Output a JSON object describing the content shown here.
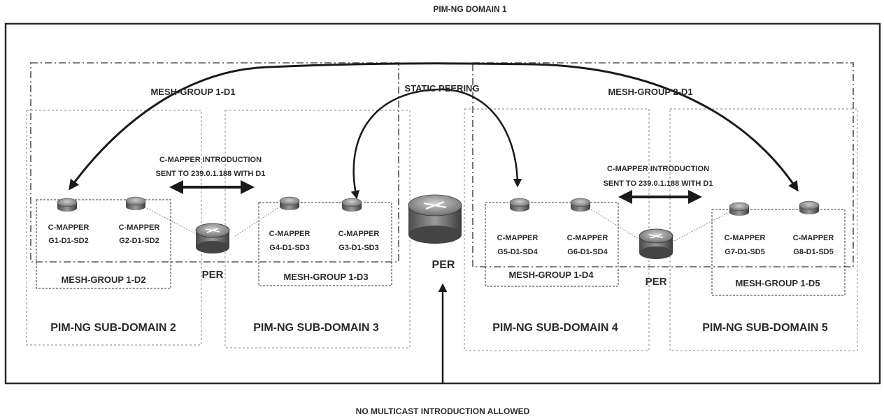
{
  "top_label": "PIM-NG DOMAIN 1",
  "bottom_label": "NO MULTICAST INTRODUCTION ALLOWED",
  "peering_label": "STATIC PEERING",
  "mesh_groups": {
    "d1_1": "MESH-GROUP 1-D1",
    "d1_2": "MESH-GROUP 2-D1",
    "sd2": "MESH-GROUP 1-D2",
    "sd3": "MESH-GROUP 1-D3",
    "sd4": "MESH-GROUP 1-D4",
    "sd5": "MESH-GROUP 1-D5"
  },
  "subdomains": {
    "sd2": "PIM-NG SUB-DOMAIN 2",
    "sd3": "PIM-NG SUB-DOMAIN 3",
    "sd4": "PIM-NG SUB-DOMAIN 4",
    "sd5": "PIM-NG SUB-DOMAIN 5"
  },
  "introductions": {
    "left": {
      "line1": "C-MAPPER INTRODUCTION",
      "line2": "SENT TO 239.0.1.188 WITH D1"
    },
    "right": {
      "line1": "C-MAPPER INTRODUCTION",
      "line2": "SENT TO 239.0.1.188 WITH D1"
    }
  },
  "routers": {
    "per_left": "PER",
    "per_center": "PER",
    "per_right": "PER"
  },
  "cmappers": {
    "g1": {
      "role": "C-MAPPER",
      "id": "G1-D1-SD2"
    },
    "g2": {
      "role": "C-MAPPER",
      "id": "G2-D1-SD2"
    },
    "g4": {
      "role": "C-MAPPER",
      "id": "G4-D1-SD3"
    },
    "g3": {
      "role": "C-MAPPER",
      "id": "G3-D1-SD3"
    },
    "g5": {
      "role": "C-MAPPER",
      "id": "G5-D1-SD4"
    },
    "g6": {
      "role": "C-MAPPER",
      "id": "G6-D1-SD4"
    },
    "g7": {
      "role": "C-MAPPER",
      "id": "G7-D1-SD5"
    },
    "g8": {
      "role": "C-MAPPER",
      "id": "G8-D1-SD5"
    }
  }
}
